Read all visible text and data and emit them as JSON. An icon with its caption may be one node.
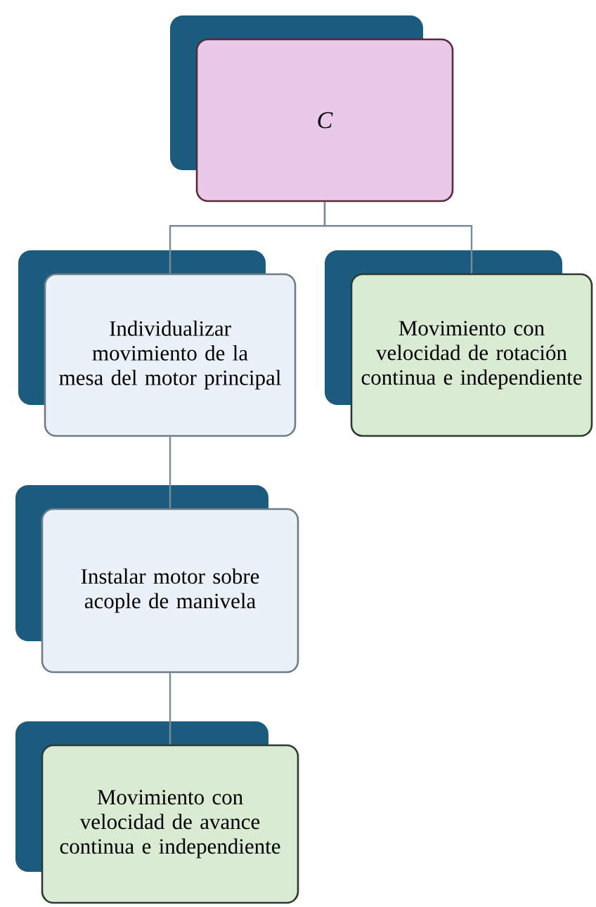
{
  "diagram": {
    "nodes": [
      {
        "text": [
          "C"
        ]
      },
      {
        "text": [
          "Individualizar movimiento de la mesa del motor principal"
        ]
      },
      {
        "text": [
          "Movimiento con velocidad de rotación continua e independiente"
        ]
      },
      {
        "text": [
          "Instalar motor sobre acople de manivela"
        ]
      },
      {
        "text": [
          "Movimiento con velocidad de avance continua e independiente"
        ]
      }
    ],
    "edges": [
      {
        "from": 0,
        "to": 1,
        "arrow": "none"
      },
      {
        "from": 0,
        "to": 2,
        "arrow": "none"
      },
      {
        "from": 1,
        "to": 3,
        "arrow": "none"
      },
      {
        "from": 3,
        "to": 4,
        "arrow": "none"
      }
    ]
  }
}
